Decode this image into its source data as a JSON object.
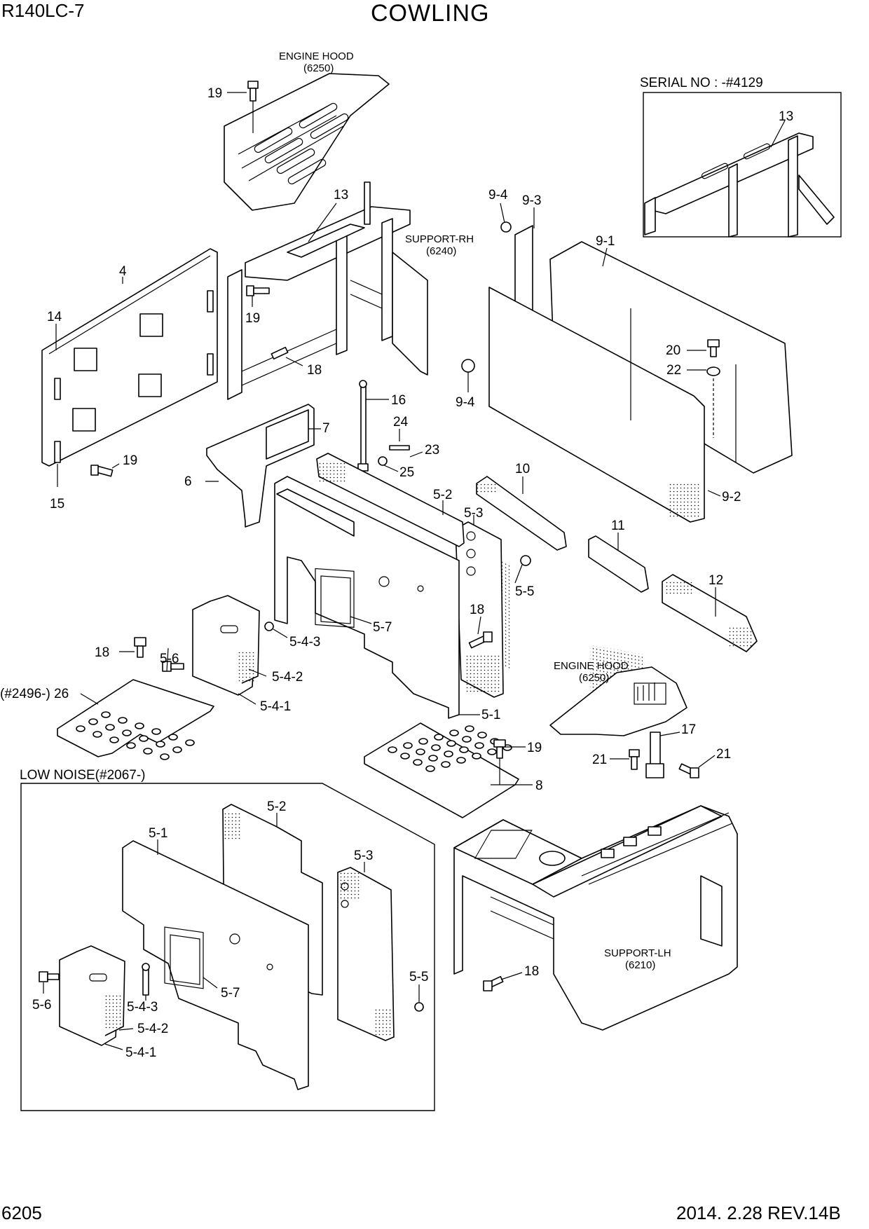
{
  "header": {
    "model": "R140LC-7",
    "title": "COWLING"
  },
  "footer": {
    "page_number": "6205",
    "revision": "2014. 2.28  REV.14B"
  },
  "annotations": {
    "engine_hood_top": "ENGINE HOOD",
    "engine_hood_top_ref": "(6250)",
    "engine_hood_right": "ENGINE HOOD",
    "engine_hood_right_ref": "(6250)",
    "support_rh": "SUPPORT-RH",
    "support_rh_ref": "(6240)",
    "support_lh": "SUPPORT-LH",
    "support_lh_ref": "(6210)",
    "serial_no": "SERIAL NO : -#4129",
    "low_noise": "LOW NOISE(#2067-)",
    "serial_26": "(#2496-) 26"
  },
  "part_labels": {
    "p19a": "19",
    "p13a": "13",
    "p13b": "13",
    "p4": "4",
    "p14": "14",
    "p19b": "19",
    "p18a": "18",
    "p19c": "19",
    "p15": "15",
    "p94a": "9-4",
    "p93": "9-3",
    "p91": "9-1",
    "p20": "20",
    "p22": "22",
    "p94b": "9-4",
    "p92": "9-2",
    "p16": "16",
    "p24": "24",
    "p23": "23",
    "p25": "25",
    "p7": "7",
    "p6": "6",
    "p10": "10",
    "p11": "11",
    "p12": "12",
    "p52a": "5-2",
    "p53a": "5-3",
    "p55a": "5-5",
    "p18b": "18",
    "p57a": "5-7",
    "p543a": "5-4-3",
    "p56a": "5-6",
    "p542a": "5-4-2",
    "p541a": "5-4-1",
    "p18c": "18",
    "p51a": "5-1",
    "p17": "17",
    "p21a": "21",
    "p21b": "21",
    "p19d": "19",
    "p8": "8",
    "p52b": "5-2",
    "p51b": "5-1",
    "p53b": "5-3",
    "p55b": "5-5",
    "p57b": "5-7",
    "p56b": "5-6",
    "p543b": "5-4-3",
    "p542b": "5-4-2",
    "p541b": "5-4-1",
    "p18d": "18"
  }
}
